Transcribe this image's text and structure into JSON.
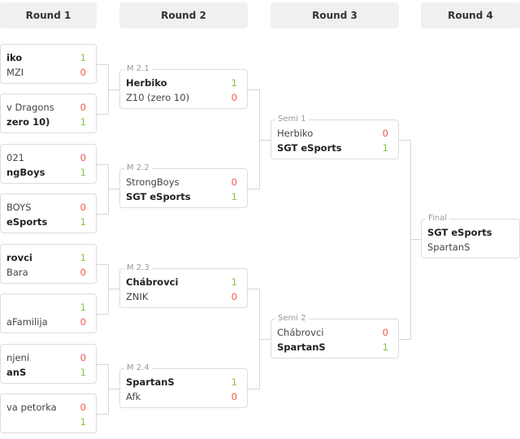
{
  "colors": {
    "win": "#8bc34a",
    "loss": "#f0584a",
    "header_bg": "#f0f0f0",
    "border": "#dcdcdc"
  },
  "rounds": [
    {
      "title": "Round 1",
      "matches": [
        {
          "label": "",
          "teams": [
            {
              "name": "iko",
              "score": "1",
              "winner": true
            },
            {
              "name": "MZI",
              "score": "0",
              "winner": false
            }
          ]
        },
        {
          "label": "",
          "teams": [
            {
              "name": "v Dragons",
              "score": "0",
              "winner": false
            },
            {
              "name": "zero 10)",
              "score": "1",
              "winner": true
            }
          ]
        },
        {
          "label": "",
          "teams": [
            {
              "name": "021",
              "score": "0",
              "winner": false
            },
            {
              "name": "ngBoys",
              "score": "1",
              "winner": true
            }
          ]
        },
        {
          "label": "",
          "teams": [
            {
              "name": "BOYS",
              "score": "0",
              "winner": false
            },
            {
              "name": "eSports",
              "score": "1",
              "winner": true
            }
          ]
        },
        {
          "label": "",
          "teams": [
            {
              "name": "rovci",
              "score": "1",
              "winner": true
            },
            {
              "name": "Bara",
              "score": "0",
              "winner": false
            }
          ]
        },
        {
          "label": "",
          "teams": [
            {
              "name": "",
              "score": "1",
              "winner": true
            },
            {
              "name": "aFamilija",
              "score": "0",
              "winner": false
            }
          ]
        },
        {
          "label": "",
          "teams": [
            {
              "name": "njeni",
              "score": "0",
              "winner": false
            },
            {
              "name": "anS",
              "score": "1",
              "winner": true
            }
          ]
        },
        {
          "label": "",
          "teams": [
            {
              "name": "va petorka",
              "score": "0",
              "winner": false
            },
            {
              "name": "",
              "score": "1",
              "winner": true
            }
          ]
        }
      ]
    },
    {
      "title": "Round 2",
      "matches": [
        {
          "label": "M 2.1",
          "teams": [
            {
              "name": "Herbiko",
              "score": "1",
              "winner": true
            },
            {
              "name": "Z10 (zero 10)",
              "score": "0",
              "winner": false
            }
          ]
        },
        {
          "label": "M 2.2",
          "teams": [
            {
              "name": "StrongBoys",
              "score": "0",
              "winner": false
            },
            {
              "name": "SGT eSports",
              "score": "1",
              "winner": true
            }
          ]
        },
        {
          "label": "M 2.3",
          "teams": [
            {
              "name": "Chábrovci",
              "score": "1",
              "winner": true
            },
            {
              "name": "ZNIK",
              "score": "0",
              "winner": false
            }
          ]
        },
        {
          "label": "M 2.4",
          "teams": [
            {
              "name": "SpartanS",
              "score": "1",
              "winner": true
            },
            {
              "name": "Afk",
              "score": "0",
              "winner": false
            }
          ]
        }
      ]
    },
    {
      "title": "Round 3",
      "matches": [
        {
          "label": "Semi 1",
          "teams": [
            {
              "name": "Herbiko",
              "score": "0",
              "winner": false
            },
            {
              "name": "SGT eSports",
              "score": "1",
              "winner": true
            }
          ]
        },
        {
          "label": "Semi 2",
          "teams": [
            {
              "name": "Chábrovci",
              "score": "0",
              "winner": false
            },
            {
              "name": "SpartanS",
              "score": "1",
              "winner": true
            }
          ]
        }
      ]
    },
    {
      "title": "Round 4",
      "matches": [
        {
          "label": "Final",
          "teams": [
            {
              "name": "SGT eSports",
              "score": "",
              "winner": true
            },
            {
              "name": "SpartanS",
              "score": "",
              "winner": false
            }
          ]
        }
      ]
    }
  ]
}
